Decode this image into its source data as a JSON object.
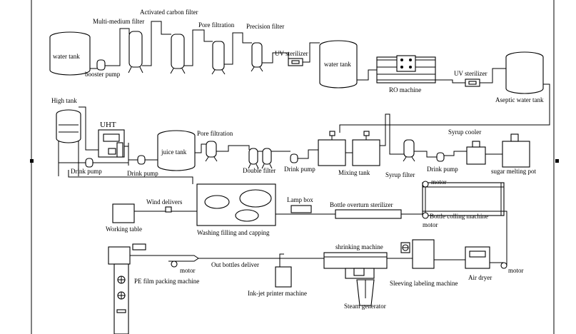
{
  "diagram": {
    "labels": {
      "water_tank_1": "water tank",
      "booster_pump": "booster pump",
      "multi_medium_filter": "Multi-medium filter",
      "activated_carbon_filter": "Activated carbon filter",
      "pore_filtration_top": "Pore filtration",
      "precision_filter": "Precision filter",
      "uv_sterilizer_1": "UV sterilizer",
      "water_tank_2": "water tank",
      "ro_machine": "RO machine",
      "uv_sterilizer_2": "UV sterilizer",
      "aseptic_water_tank": "Aseptic water tank",
      "high_tank": "High tank",
      "uht": "UHT",
      "juice_tank": "juice tank",
      "pore_filtration_mid": "Pore filtration",
      "syrup_cooler": "Syrup cooler",
      "drink_pump_1": "Drink pump",
      "drink_pump_2": "Drink pump",
      "double_filter": "Double filter",
      "drink_pump_3": "Drink pump",
      "mixing_tank": "Mixing tank",
      "syrup_filter": "Syrup filter",
      "drink_pump_4": "Drink pump",
      "sugar_melting_pot": "sugar melting pot",
      "wind_delivers": "Wind delivers",
      "lamp_box": "Lamp box",
      "bottle_overturn_sterilizer": "Bottle overturn sterilizer",
      "motor_1": "motor",
      "bottle_colling_machine": "Bottle colling machine",
      "motor_2": "motor",
      "working_table": "Working table",
      "washing_filling_capping": "Washing filling and capping",
      "shrinking_machine": "shrinking machine",
      "motor_3": "motor",
      "out_bottles_deliver": "Out bottles deliver",
      "pe_film_packing_machine": "PE film packing machine",
      "ink_jet_printer_machine": "Ink-jet printer machine",
      "steam_generator": "Steam generator",
      "sleeving_labeling_machine": "Sleeving labeling machine",
      "air_dryer": "Air dryer",
      "motor_4": "motor"
    }
  }
}
